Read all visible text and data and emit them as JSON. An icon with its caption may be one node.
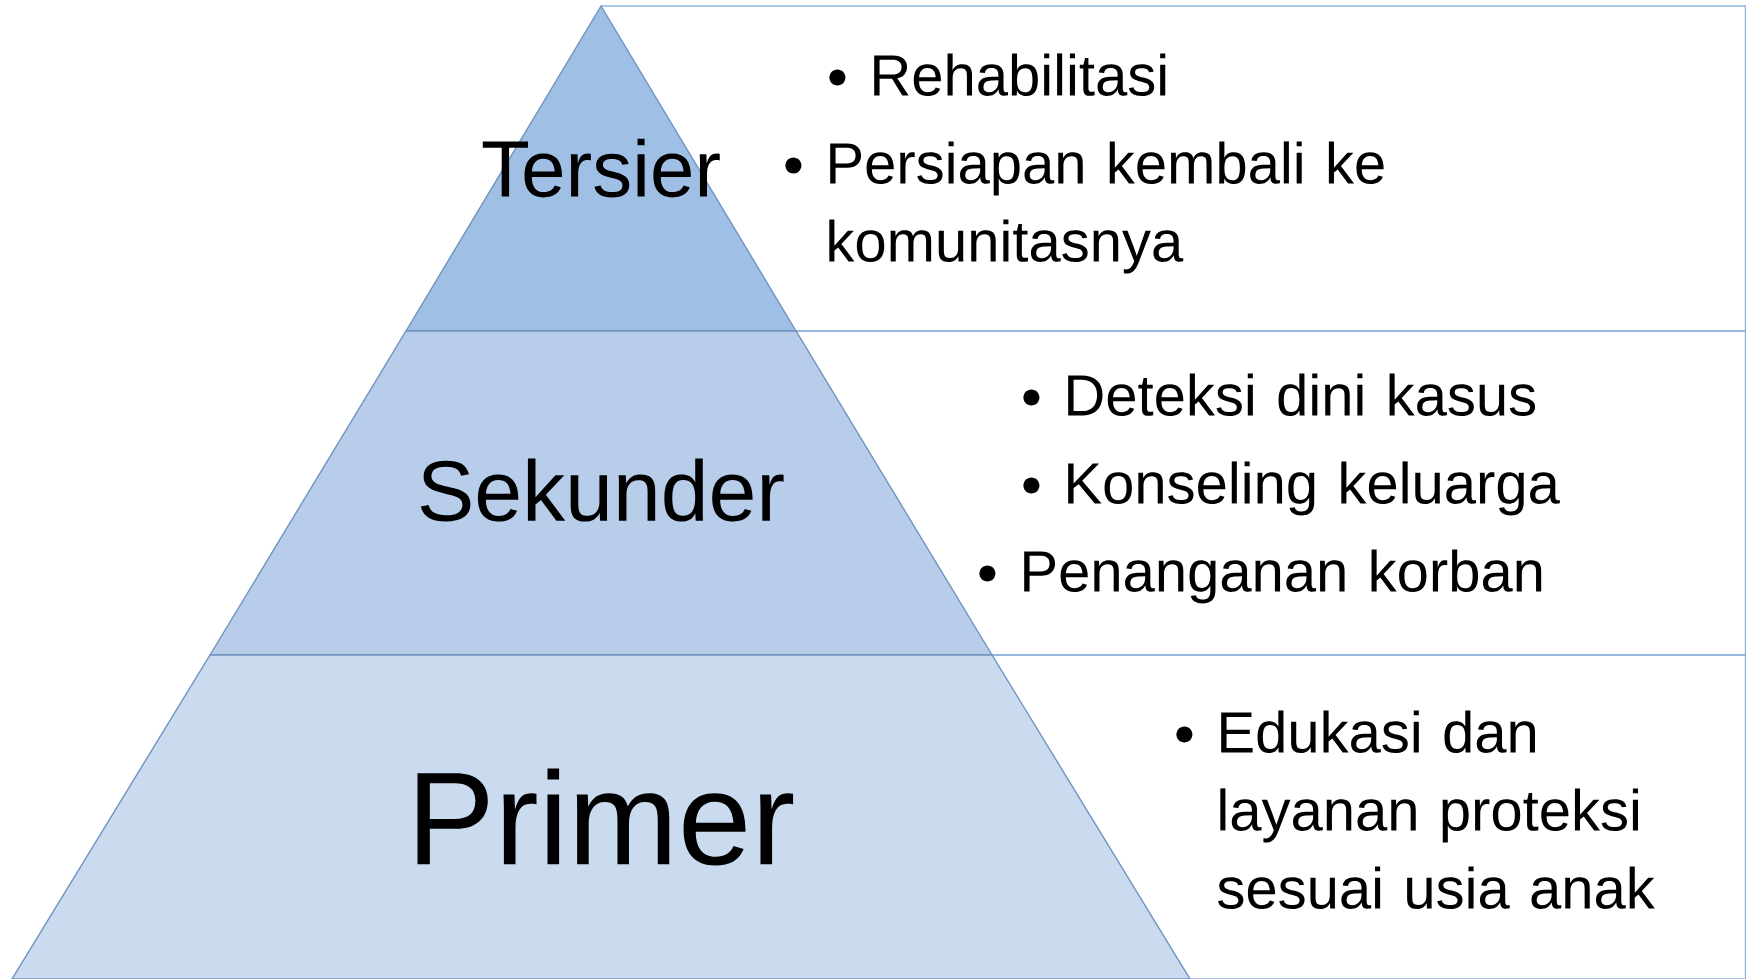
{
  "diagram": {
    "nodes": [
      {
        "text": [
          "Tersier"
        ]
      },
      {
        "text": [
          "Rehabilitasi",
          "Persiapan kembali ke komunitasnya"
        ]
      },
      {
        "text": [
          "Sekunder"
        ]
      },
      {
        "text": [
          "Deteksi dini kasus",
          "Konseling keluarga",
          "Penanganan korban"
        ]
      },
      {
        "text": [
          "Primer"
        ]
      },
      {
        "text": [
          "Edukasi dan layanan proteksi sesuai usia anak"
        ]
      }
    ]
  }
}
